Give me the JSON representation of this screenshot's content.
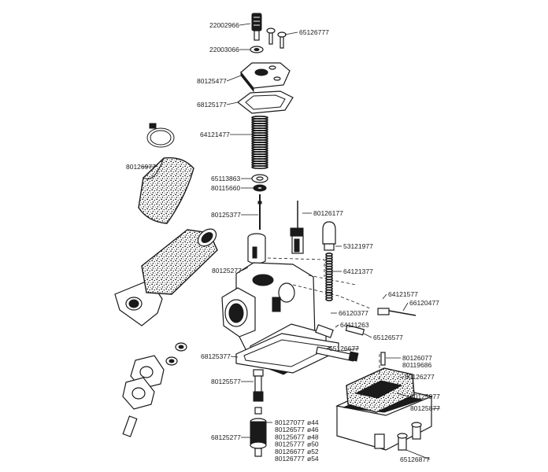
{
  "colors": {
    "ink": "#1a1a1a",
    "paper": "#ffffff"
  },
  "labels": [
    {
      "id": "22002966",
      "text": "22002966"
    },
    {
      "id": "65126777",
      "text": "65126777"
    },
    {
      "id": "22003066",
      "text": "22003066"
    },
    {
      "id": "80125477",
      "text": "80125477"
    },
    {
      "id": "68125177",
      "text": "68125177"
    },
    {
      "id": "64121477",
      "text": "64121477"
    },
    {
      "id": "80126977",
      "text": "80126977"
    },
    {
      "id": "65113863",
      "text": "65113863"
    },
    {
      "id": "80115660",
      "text": "80115660"
    },
    {
      "id": "80126177",
      "text": "80126177"
    },
    {
      "id": "80125377",
      "text": "80125377"
    },
    {
      "id": "53121977",
      "text": "53121977"
    },
    {
      "id": "80125277",
      "text": "80125277"
    },
    {
      "id": "64121377",
      "text": "64121377"
    },
    {
      "id": "64121577",
      "text": "64121577"
    },
    {
      "id": "66120477",
      "text": "66120477"
    },
    {
      "id": "66120377",
      "text": "66120377"
    },
    {
      "id": "64111263",
      "text": "64111263"
    },
    {
      "id": "65126577",
      "text": "65126577"
    },
    {
      "id": "65126677",
      "text": "65126677"
    },
    {
      "id": "68125377",
      "text": "68125377"
    },
    {
      "id": "80126077",
      "text": "80126077"
    },
    {
      "id": "80119686",
      "text": "80119686"
    },
    {
      "id": "80126277",
      "text": "80126277"
    },
    {
      "id": "80125577",
      "text": "80125577"
    },
    {
      "id": "80125977",
      "text": "80125977"
    },
    {
      "id": "80125877",
      "text": "80125877"
    },
    {
      "id": "68125277",
      "text": "68125277"
    },
    {
      "id": "65126877",
      "text": "65126877"
    }
  ],
  "jets": [
    {
      "part": "80127077",
      "size": "ø44"
    },
    {
      "part": "80126577",
      "size": "ø46"
    },
    {
      "part": "80125677",
      "size": "ø48"
    },
    {
      "part": "80125777",
      "size": "ø50"
    },
    {
      "part": "80126677",
      "size": "ø52"
    },
    {
      "part": "80126777",
      "size": "ø54"
    }
  ]
}
